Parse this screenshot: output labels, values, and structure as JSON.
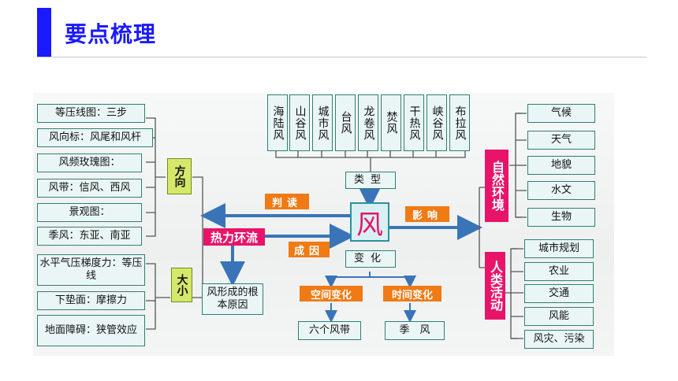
{
  "header": {
    "title": "要点梳理"
  },
  "center": "风",
  "left_group_direction": {
    "label": "方向",
    "items": [
      "等压线图：三步",
      "风向标：风尾和风杆",
      "风频玫瑰图：",
      "风带：信风、西风",
      "景观图：",
      "季风：东亚、南亚"
    ]
  },
  "left_group_size": {
    "label": "大小",
    "items": [
      "水平气压梯度力：等压线",
      "下垫面：摩擦力",
      "地面障碍：狭管效应"
    ]
  },
  "top_types": {
    "label": "类型",
    "items": [
      "海陆风",
      "山谷风",
      "城市风",
      "台风",
      "龙卷风",
      "焚风",
      "干热风",
      "峡谷风",
      "布拉风"
    ]
  },
  "links": {
    "interpret": "判读",
    "thermal": "热力环流",
    "cause": "成因",
    "change": "变化",
    "influence": "影响",
    "root_cause": "风形成的根本原因",
    "spatial": "空间变化",
    "temporal": "时间变化",
    "six_belts": "六个风带",
    "monsoon": "季　风"
  },
  "right_natural": {
    "label": "自然环境",
    "items": [
      "气候",
      "天气",
      "地貌",
      "水文",
      "生物"
    ]
  },
  "right_human": {
    "label": "人类活动",
    "items": [
      "城市规划",
      "农业",
      "交通",
      "风能",
      "风灾、污染"
    ]
  },
  "colors": {
    "accent": "#1a1aff",
    "orange": "#f07a14",
    "pink": "#e8146a",
    "teal_border": "#2f7f73",
    "line": "#3a74b8"
  }
}
